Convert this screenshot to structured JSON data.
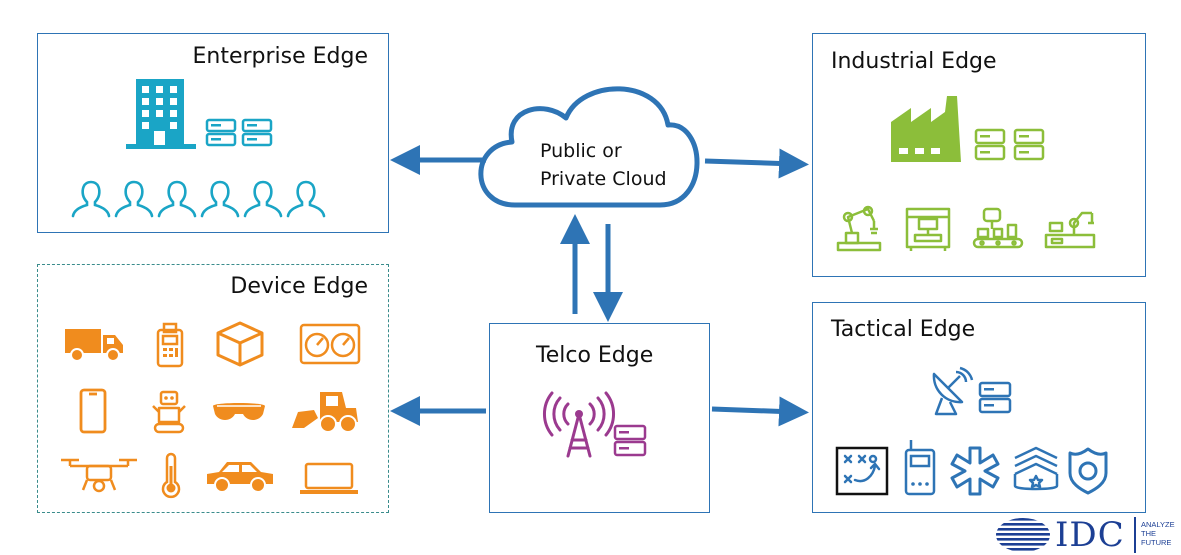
{
  "cloud": {
    "line1": "Public or",
    "line2": "Private Cloud"
  },
  "boxes": {
    "enterprise": {
      "title": "Enterprise Edge"
    },
    "industrial": {
      "title": "Industrial Edge"
    },
    "device": {
      "title": "Device Edge"
    },
    "telco": {
      "title": "Telco Edge"
    },
    "tactical": {
      "title": "Tactical Edge"
    }
  },
  "logo": {
    "name": "IDC",
    "tagline": [
      "ANALYZE",
      "THE",
      "FUTURE"
    ]
  },
  "colors": {
    "border": "#2e74b5",
    "arrow": "#2e74b5",
    "enterprise_icon": "#1aa5c6",
    "industrial_icon": "#8cbe3a",
    "device_icon": "#f08c1e",
    "telco_icon": "#9b3a8f",
    "tactical_icon": "#2e74b5",
    "logo": "#1c3f94"
  },
  "icons": {
    "enterprise": [
      "office-building-icon",
      "server-icon",
      "server-icon",
      "users-icon"
    ],
    "industrial": [
      "factory-icon",
      "server-icon",
      "server-icon",
      "robot-arm-icon",
      "cnc-machine-icon",
      "assembly-line-icon",
      "industrial-robot-icon"
    ],
    "device": [
      "truck-icon",
      "payment-terminal-icon",
      "package-icon",
      "meter-icon",
      "smartphone-icon",
      "robot-icon",
      "vr-headset-icon",
      "bulldozer-icon",
      "drone-icon",
      "thermometer-icon",
      "car-icon",
      "laptop-icon"
    ],
    "telco": [
      "cell-tower-icon",
      "server-icon"
    ],
    "tactical": [
      "satellite-dish-icon",
      "server-icon",
      "tactics-board-icon",
      "radio-icon",
      "medical-star-icon",
      "military-rank-icon",
      "police-badge-icon"
    ]
  }
}
